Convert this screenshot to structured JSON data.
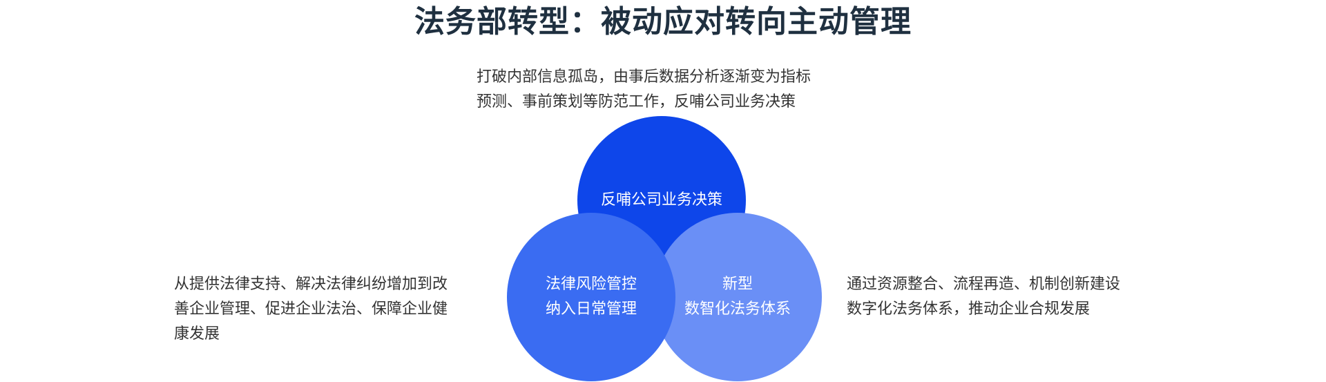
{
  "title": "法务部转型：被动应对转向主动管理",
  "top": {
    "desc_lines": [
      "打破内部信息孤岛，由事后数据分析逐渐变为指标",
      "预测、事前策划等防范工作，反哺公司业务决策"
    ],
    "circle_label": "反哺公司业务决策",
    "color": "#0e46ea"
  },
  "left": {
    "desc_lines": [
      "从提供法律支持、解决法律纠纷增加到改",
      "善企业管理、促进企业法治、保障企业健",
      "康发展"
    ],
    "circle_lines": [
      "法律风险管控",
      "纳入日常管理"
    ],
    "color": "#3a6cf2"
  },
  "right": {
    "desc_lines": [
      "通过资源整合、流程再造、机制创新建设",
      "数字化法务体系，推动企业合规发展"
    ],
    "circle_lines": [
      "新型",
      "数智化法务体系"
    ],
    "color": "#6a8ff6"
  }
}
